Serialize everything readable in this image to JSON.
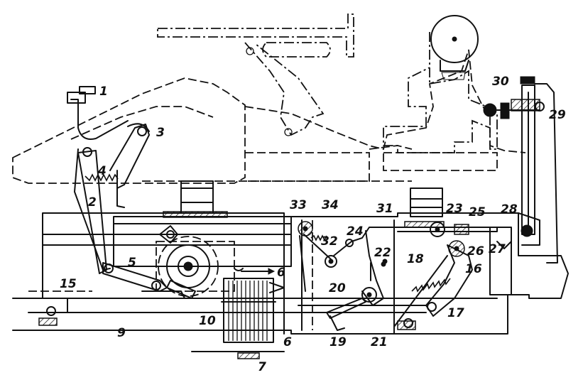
{
  "figure": {
    "labels": [
      {
        "id": "1",
        "text": "1"
      },
      {
        "id": "2",
        "text": "2"
      },
      {
        "id": "3",
        "text": "3"
      },
      {
        "id": "4",
        "text": "4"
      },
      {
        "id": "5",
        "text": "5"
      },
      {
        "id": "6a",
        "text": "6"
      },
      {
        "id": "6b",
        "text": "6"
      },
      {
        "id": "7",
        "text": "7"
      },
      {
        "id": "9",
        "text": "9"
      },
      {
        "id": "10",
        "text": "10"
      },
      {
        "id": "15",
        "text": "15"
      },
      {
        "id": "16",
        "text": "16"
      },
      {
        "id": "17",
        "text": "17"
      },
      {
        "id": "18",
        "text": "18"
      },
      {
        "id": "19",
        "text": "19"
      },
      {
        "id": "20",
        "text": "20"
      },
      {
        "id": "21",
        "text": "21"
      },
      {
        "id": "22",
        "text": "22"
      },
      {
        "id": "23",
        "text": "23"
      },
      {
        "id": "24",
        "text": "24"
      },
      {
        "id": "25",
        "text": "25"
      },
      {
        "id": "26",
        "text": "26"
      },
      {
        "id": "27",
        "text": "27"
      },
      {
        "id": "28",
        "text": "28"
      },
      {
        "id": "29",
        "text": "29"
      },
      {
        "id": "30",
        "text": "30"
      },
      {
        "id": "31",
        "text": "31"
      },
      {
        "id": "32",
        "text": "32"
      },
      {
        "id": "33",
        "text": "33"
      },
      {
        "id": "34",
        "text": "34"
      }
    ]
  }
}
